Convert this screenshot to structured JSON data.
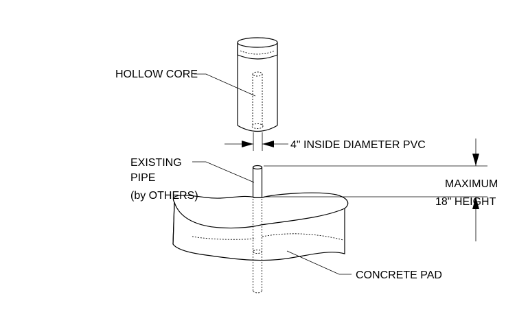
{
  "labels": {
    "hollow_core": "HOLLOW CORE",
    "pvc": "4\" INSIDE DIAMETER PVC",
    "existing_line1": "EXISTING",
    "existing_line2": "PIPE",
    "existing_line3": "(by OTHERS)",
    "max_line1": "MAXIMUM",
    "max_line2": "18\" HEIGHT",
    "concrete_pad": "CONCRETE PAD"
  },
  "colors": {
    "line": "#000000",
    "background": "#ffffff"
  }
}
